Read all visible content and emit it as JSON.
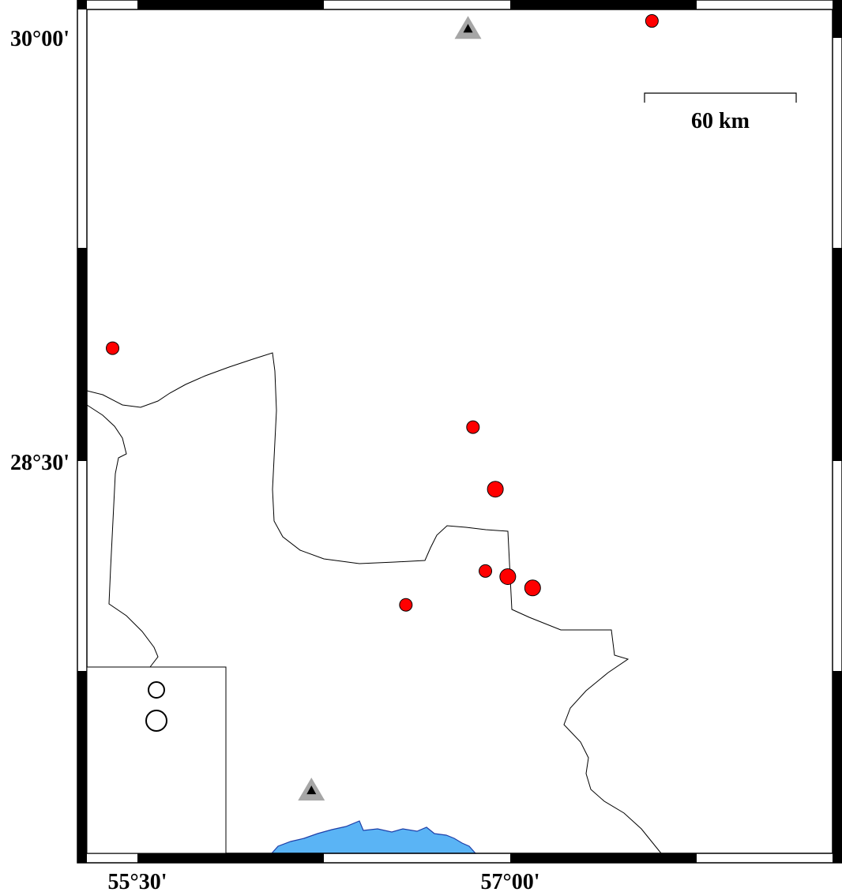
{
  "map": {
    "lon_range": [
      "55°15'",
      "58°20'"
    ],
    "lat_range": [
      "27°10'",
      "30°05'"
    ]
  },
  "axes": {
    "lat_labels": [
      {
        "text": "30°00'"
      },
      {
        "text": "28°30'"
      }
    ],
    "lon_labels": [
      {
        "text": "55°30'"
      },
      {
        "text": "57°00'"
      }
    ]
  },
  "scale_bar": {
    "label": "60 km"
  },
  "colors": {
    "event": "#ff0000",
    "station": "#a6a6a6",
    "station_inner": "#000000",
    "sea": "#5ab4f5",
    "sea_outline": "#1f3fa8",
    "boundary": "#000000"
  },
  "events": [
    {
      "id": "e1",
      "lon": 57.57,
      "lat": 30.06,
      "size": "small"
    },
    {
      "id": "e2",
      "lon": 55.4,
      "lat": 28.9,
      "size": "small"
    },
    {
      "id": "e3",
      "lon": 56.85,
      "lat": 28.62,
      "size": "small"
    },
    {
      "id": "e4",
      "lon": 56.94,
      "lat": 28.4,
      "size": "large"
    },
    {
      "id": "e5",
      "lon": 56.9,
      "lat": 28.11,
      "size": "small"
    },
    {
      "id": "e6",
      "lon": 56.99,
      "lat": 28.09,
      "size": "large"
    },
    {
      "id": "e7",
      "lon": 57.09,
      "lat": 28.05,
      "size": "large"
    },
    {
      "id": "e8",
      "lon": 56.58,
      "lat": 27.99,
      "size": "small"
    }
  ],
  "stations": [
    {
      "id": "s1",
      "lon": 56.83,
      "lat": 30.03
    },
    {
      "id": "s2",
      "lon": 56.2,
      "lat": 27.33
    }
  ],
  "legend": {
    "items": [
      {
        "size": "small"
      },
      {
        "size": "large"
      }
    ]
  }
}
